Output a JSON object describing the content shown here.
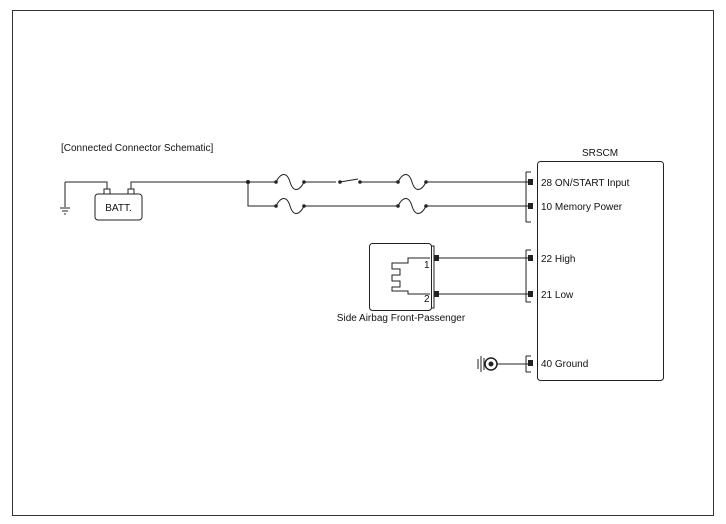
{
  "title": "[Connected Connector Schematic]",
  "battery": {
    "label": "BATT."
  },
  "module": {
    "name": "SRSCM",
    "pins": {
      "on_start": "28 ON/START Input",
      "memory": "10 Memory Power",
      "high": "22 High",
      "low": "21 Low",
      "ground": "40 Ground"
    }
  },
  "airbag": {
    "label": "Side Airbag Front-Passenger",
    "pin1": "1",
    "pin2": "2"
  }
}
